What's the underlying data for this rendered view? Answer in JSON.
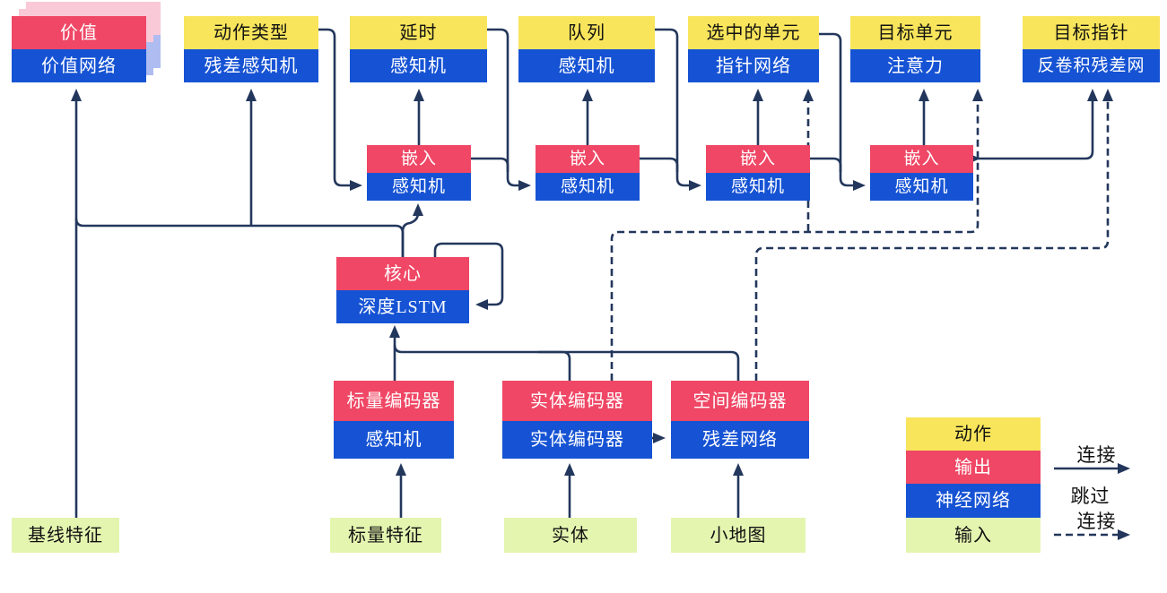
{
  "diagram": {
    "title": "AlphaStar-style agent architecture (Chinese)",
    "heads": [
      {
        "top": "价值",
        "bottom": "价值网络"
      },
      {
        "top": "动作类型",
        "bottom": "残差感知机"
      },
      {
        "top": "延时",
        "bottom": "感知机"
      },
      {
        "top": "队列",
        "bottom": "感知机"
      },
      {
        "top": "选中的单元",
        "bottom": "指针网络"
      },
      {
        "top": "目标单元",
        "bottom": "注意力"
      },
      {
        "top": "目标指针",
        "bottom": "反卷积残差网"
      }
    ],
    "embeddings": [
      {
        "top": "嵌入",
        "bottom": "感知机"
      },
      {
        "top": "嵌入",
        "bottom": "感知机"
      },
      {
        "top": "嵌入",
        "bottom": "感知机"
      },
      {
        "top": "嵌入",
        "bottom": "感知机"
      }
    ],
    "core": {
      "top": "核心",
      "bottom": "深度LSTM"
    },
    "encoders": [
      {
        "top": "标量编码器",
        "bottom": "感知机"
      },
      {
        "top": "实体编码器",
        "bottom": "实体编码器"
      },
      {
        "top": "空间编码器",
        "bottom": "残差网络"
      }
    ],
    "inputs": [
      {
        "label": "基线特征"
      },
      {
        "label": "标量特征"
      },
      {
        "label": "实体"
      },
      {
        "label": "小地图"
      }
    ],
    "legend": {
      "rows": [
        {
          "label": "动作",
          "color": "#F8E55C"
        },
        {
          "label": "输出",
          "color": "#EF4765"
        },
        {
          "label": "神经网络",
          "color": "#1653D4"
        },
        {
          "label": "输入",
          "color": "#E4F5B0"
        }
      ],
      "solid_label": "连接",
      "dashed_label_line1": "跳过",
      "dashed_label_line2": "连接"
    },
    "colors": {
      "action_yellow": "#F8E55C",
      "output_red": "#EF4765",
      "network_blue": "#1653D4",
      "input_green": "#E4F5B0",
      "ghost_pink": "#F9C9D8",
      "ghost_blue": "#AEBCF1",
      "line_navy": "#23375C",
      "background": "#FFFFFF"
    }
  }
}
